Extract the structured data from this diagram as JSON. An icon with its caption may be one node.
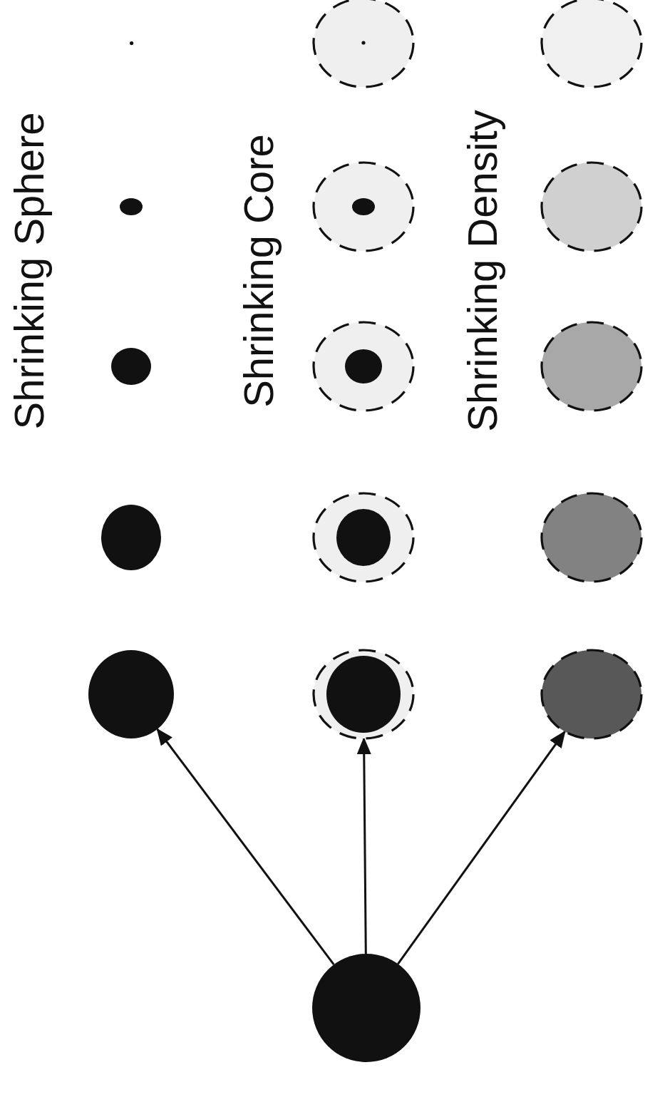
{
  "diagram": {
    "nodes": [
      {
        "text": [],
        "shape": "circle"
      },
      {
        "text": [],
        "shape": "circle"
      },
      {
        "text": [],
        "shape": "circle"
      },
      {
        "text": [],
        "shape": "circle"
      },
      {
        "text": [],
        "shape": "circle"
      },
      {
        "text": [],
        "shape": "circle"
      },
      {
        "text": [],
        "shape": "circle"
      },
      {
        "text": [],
        "shape": "circle"
      },
      {
        "text": [],
        "shape": "circle"
      },
      {
        "text": [],
        "shape": "circle"
      },
      {
        "text": [],
        "shape": "circle"
      },
      {
        "text": [],
        "shape": "circle"
      },
      {
        "text": [],
        "shape": "circle"
      },
      {
        "text": [],
        "shape": "circle"
      },
      {
        "text": [],
        "shape": "circle"
      },
      {
        "text": [],
        "shape": "circle"
      }
    ],
    "edges": [
      {
        "from": 15,
        "to": 4,
        "arrow": "to"
      },
      {
        "from": 15,
        "to": 9,
        "arrow": "to"
      },
      {
        "from": 15,
        "to": 14,
        "arrow": "to"
      }
    ],
    "labels": [
      "Shrinking Sphere",
      "Shrinking Core",
      "Shrinking Density"
    ]
  }
}
